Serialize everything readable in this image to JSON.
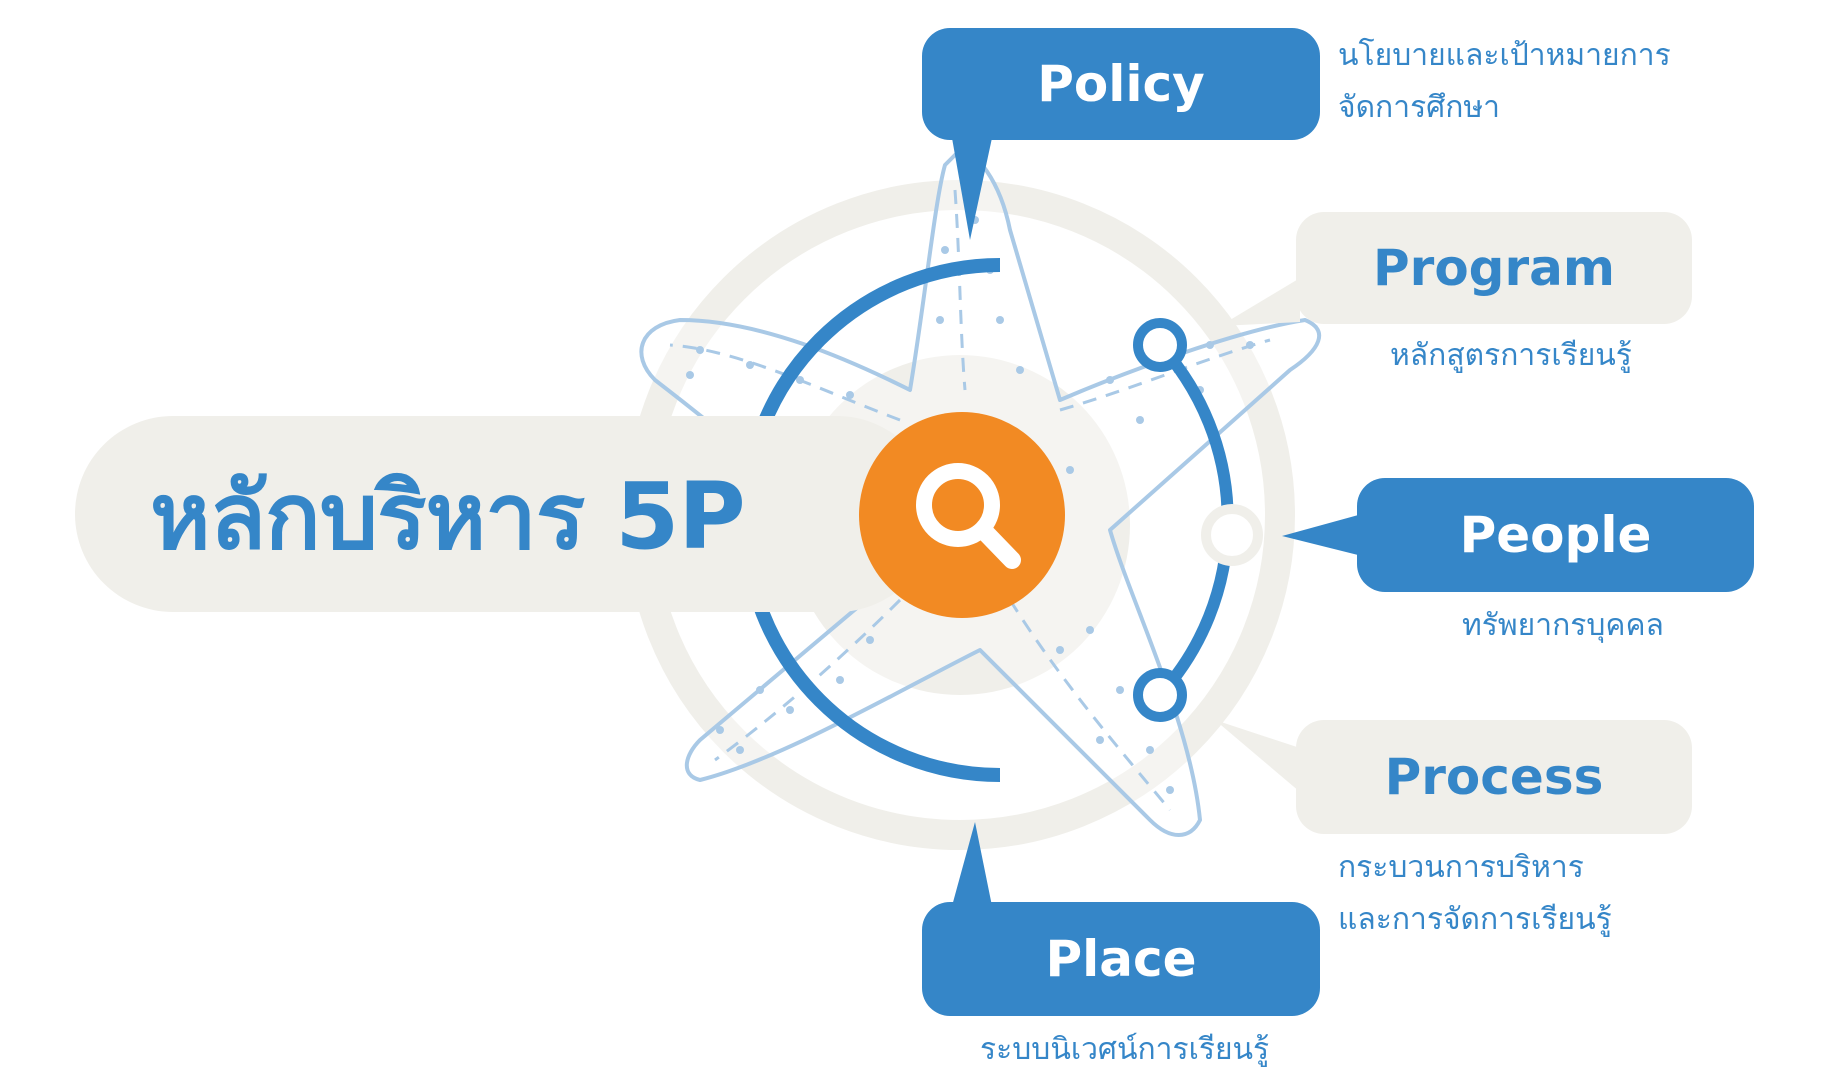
{
  "title": "หลักบริหาร 5P",
  "colors": {
    "blue": "#3586c8",
    "orange": "#f28a23",
    "beige": "#f0efea",
    "starfish": "#a9c9e6"
  },
  "center_icon": "magnifier-icon",
  "items": [
    {
      "label": "Policy",
      "style": "blue",
      "lines": [
        "นโยบายและเป้าหมายการ",
        "จัดการศึกษา"
      ]
    },
    {
      "label": "Program",
      "style": "gray",
      "lines": [
        "หลักสูตรการเรียนรู้"
      ]
    },
    {
      "label": "People",
      "style": "blue",
      "lines": [
        "ทรัพยากรบุคคล"
      ]
    },
    {
      "label": "Process",
      "style": "gray",
      "lines": [
        "กระบวนการบริหาร",
        "และการจัดการเรียนรู้"
      ]
    },
    {
      "label": "Place",
      "style": "blue",
      "lines": [
        "ระบบนิเวศน์การเรียนรู้"
      ]
    }
  ]
}
